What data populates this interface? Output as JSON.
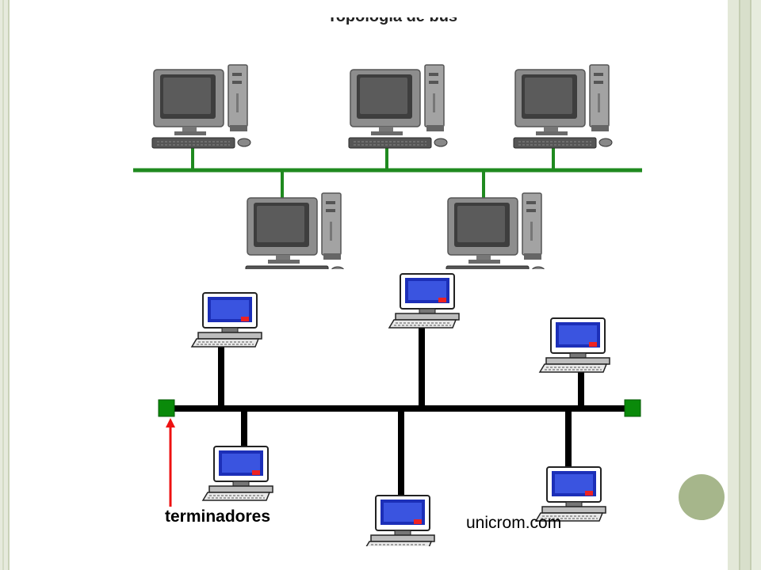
{
  "slide": {
    "caption": "Topología de bus",
    "terminators_label": "terminadores",
    "source_label": "unicrom.com"
  },
  "colors": {
    "bus_green": "#1f8a1f",
    "bus_black": "#000000",
    "terminator": "#0a8a0a",
    "arrow": "#ee1111",
    "nav_circle": "#a6b68b"
  },
  "icons": {
    "desktop": "desktop-computer-icon",
    "terminal": "terminal-computer-icon",
    "nav": "circle-button-icon"
  }
}
